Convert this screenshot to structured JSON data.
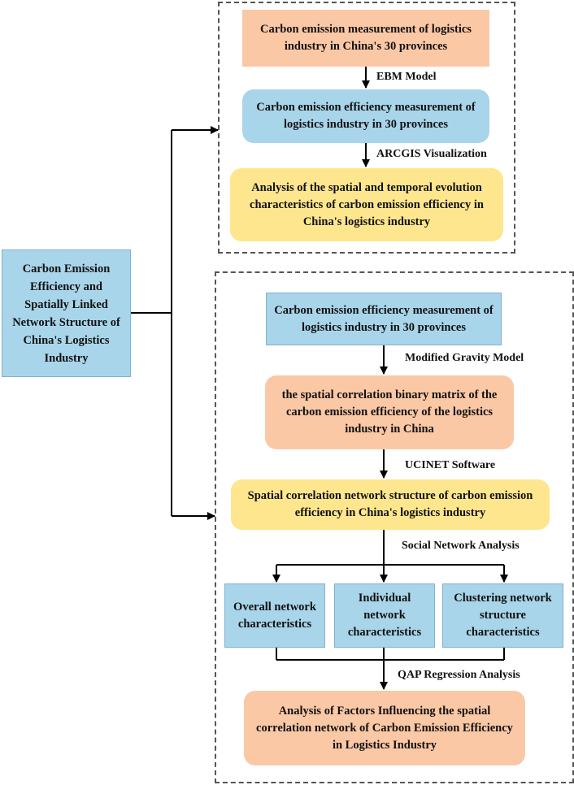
{
  "main_box": "Carbon Emission Efficiency and Spatially Linked Network Structure of China's Logistics Industry",
  "top_section": {
    "step1": "Carbon emission measurement of logistics industry in China's 30 provinces",
    "label1": "EBM Model",
    "step2": "Carbon emission efficiency measurement of logistics industry in 30 provinces",
    "label2": "ARCGIS Visualization",
    "step3": "Analysis of the spatial and temporal evolution characteristics of carbon emission efficiency in China's logistics industry"
  },
  "bottom_section": {
    "step1": "Carbon emission efficiency measurement of logistics industry in 30 provinces",
    "label1": "Modified Gravity Model",
    "step2": "the spatial correlation binary matrix of the carbon emission efficiency of the logistics industry in China",
    "label2": "UCINET Software",
    "step3": "Spatial correlation network structure of carbon emission efficiency in China's logistics industry",
    "label3": "Social Network Analysis",
    "branches": [
      "Overall network characteristics",
      "Individual network characteristics",
      "Clustering network structure characteristics"
    ],
    "label4": "QAP Regression Analysis",
    "step5": "Analysis of Factors Influencing the spatial correlation network of Carbon Emission Efficiency in Logistics Industry"
  },
  "colors": {
    "orange": "#fbc8a6",
    "blue": "#a9d5ea",
    "yellow": "#fde68e"
  }
}
